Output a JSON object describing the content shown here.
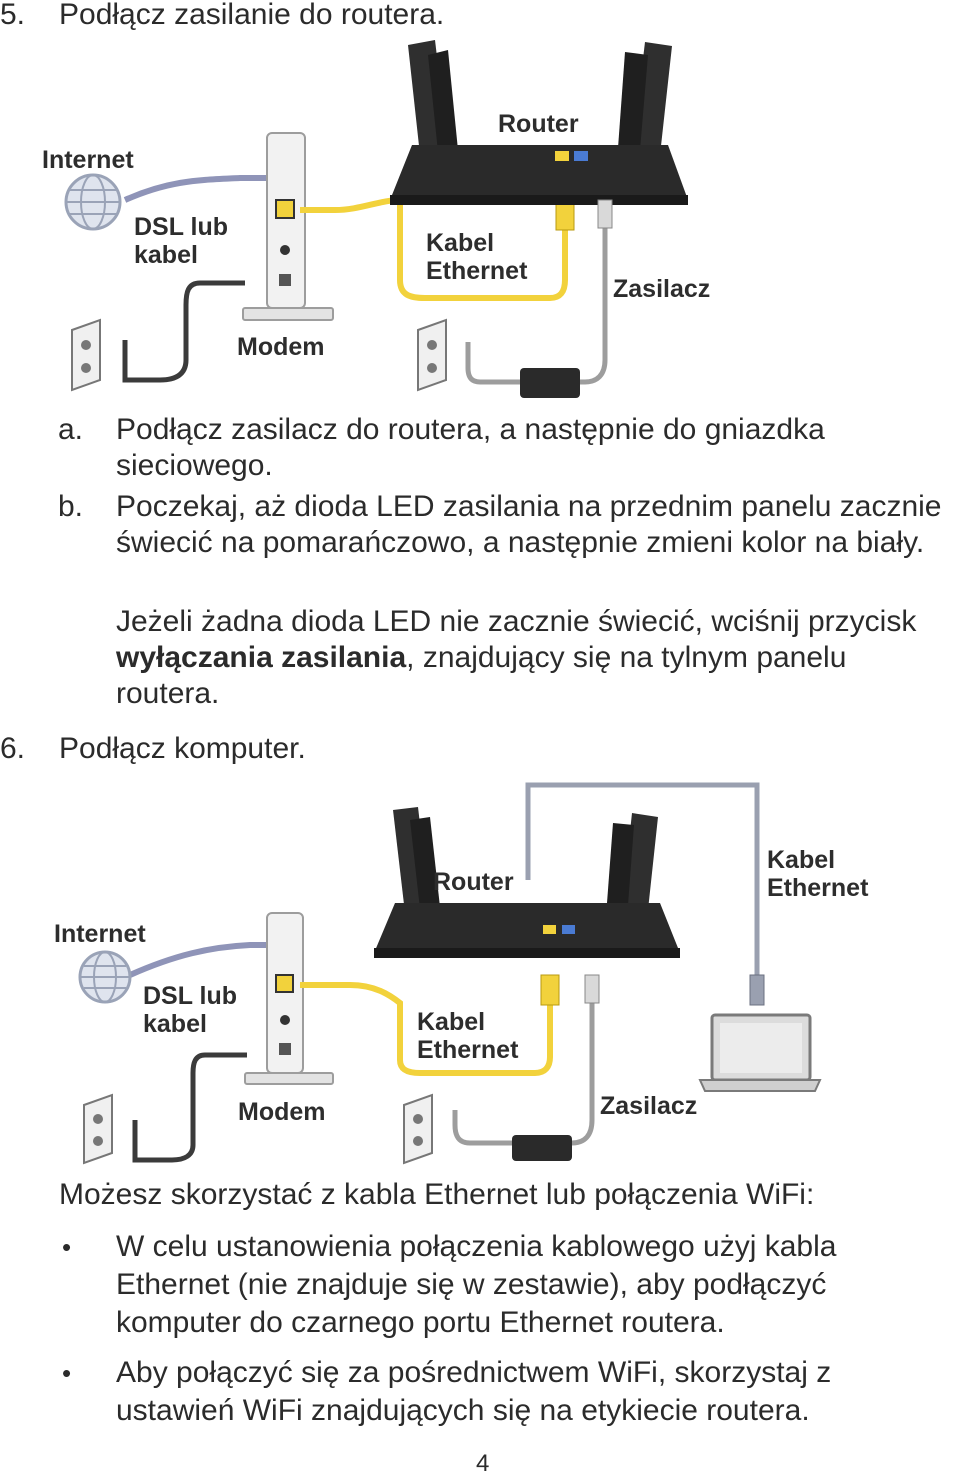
{
  "step5": {
    "number": "5.",
    "title": "Podłącz zasilanie do routera."
  },
  "diagram1": {
    "labels": {
      "internet": "Internet",
      "dsl_line1": "DSL lub",
      "dsl_line2": "kabel",
      "modem": "Modem",
      "router": "Router",
      "ethernet_line1": "Kabel",
      "ethernet_line2": "Ethernet",
      "power_adapter": "Zasilacz"
    }
  },
  "substeps": {
    "a_marker": "a.",
    "a_text": "Podłącz zasilacz do routera, a następnie do gniazdka sieciowego.",
    "b_marker": "b.",
    "b_text": "Poczekaj, aż dioda LED zasilania na przednim panelu zacznie świecić na pomarańczowo, a następnie zmieni kolor na biały.",
    "note_before": "Jeżeli żadna dioda LED nie zacznie świecić, wciśnij przycisk ",
    "note_bold": "wyłączania zasilania",
    "note_after": ", znajdujący się na tylnym panelu routera."
  },
  "step6": {
    "number": "6.",
    "title": "Podłącz komputer."
  },
  "diagram2": {
    "labels": {
      "internet": "Internet",
      "dsl_line1": "DSL lub",
      "dsl_line2": "kabel",
      "modem": "Modem",
      "router": "Router",
      "ethernet_line1": "Kabel",
      "ethernet_line2": "Ethernet",
      "ethernet2_line1": "Kabel",
      "ethernet2_line2": "Ethernet",
      "power_adapter": "Zasilacz"
    }
  },
  "connection_intro": "Możesz skorzystać z kabla Ethernet lub połączenia WiFi:",
  "bullets": [
    "W celu ustanowienia połączenia kablowego użyj kabla Ethernet (nie znajduje się w zestawie), aby podłączyć komputer do czarnego portu Ethernet routera.",
    "Aby połączyć się za pośrednictwem WiFi, skorzystaj z ustawień WiFi znajdujących się na etykiecie routera."
  ],
  "bullet_symbol": "•",
  "page_number": "4",
  "colors": {
    "ethernet_cable": "#f2d23c",
    "dsl_cable": "#8f94b8",
    "router_body": "#2a2a2a",
    "text": "#2b2b2b"
  }
}
